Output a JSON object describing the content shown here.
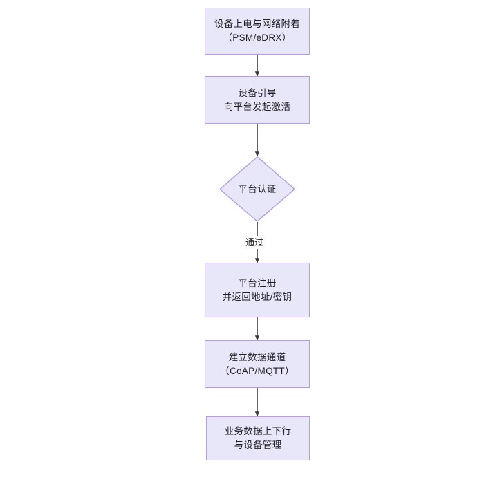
{
  "diagram": {
    "type": "flowchart",
    "orientation": "top-to-bottom",
    "background_color": "#ffffff",
    "node_fill_color": "#e8e6f9",
    "node_border_color": "#b39ddb",
    "edge_color": "#36363a",
    "text_color": "#1f1f24",
    "nodes": [
      {
        "id": "power-on",
        "shape": "rectangle",
        "lines": [
          "设备上电与网络附着",
          "（PSM/eDRX）"
        ]
      },
      {
        "id": "bootstrap",
        "shape": "rectangle",
        "lines": [
          "设备引导",
          "向平台发起激活"
        ]
      },
      {
        "id": "platform-auth",
        "shape": "diamond",
        "lines": [
          "平台认证"
        ]
      },
      {
        "id": "platform-register",
        "shape": "rectangle",
        "lines": [
          "平台注册",
          "并返回地址/密钥"
        ]
      },
      {
        "id": "data-channel",
        "shape": "rectangle",
        "lines": [
          "建立数据通道",
          "（CoAP/MQTT）"
        ]
      },
      {
        "id": "service-data",
        "shape": "rectangle",
        "lines": [
          "业务数据上下行",
          "与设备管理"
        ]
      }
    ],
    "edges": [
      {
        "id": "edge-1",
        "from": "power-on",
        "to": "bootstrap",
        "label": ""
      },
      {
        "id": "edge-2",
        "from": "bootstrap",
        "to": "platform-auth",
        "label": ""
      },
      {
        "id": "edge-3",
        "from": "platform-auth",
        "to": "platform-register",
        "label": "通过"
      },
      {
        "id": "edge-4",
        "from": "platform-register",
        "to": "data-channel",
        "label": ""
      },
      {
        "id": "edge-5",
        "from": "data-channel",
        "to": "service-data",
        "label": ""
      }
    ]
  }
}
